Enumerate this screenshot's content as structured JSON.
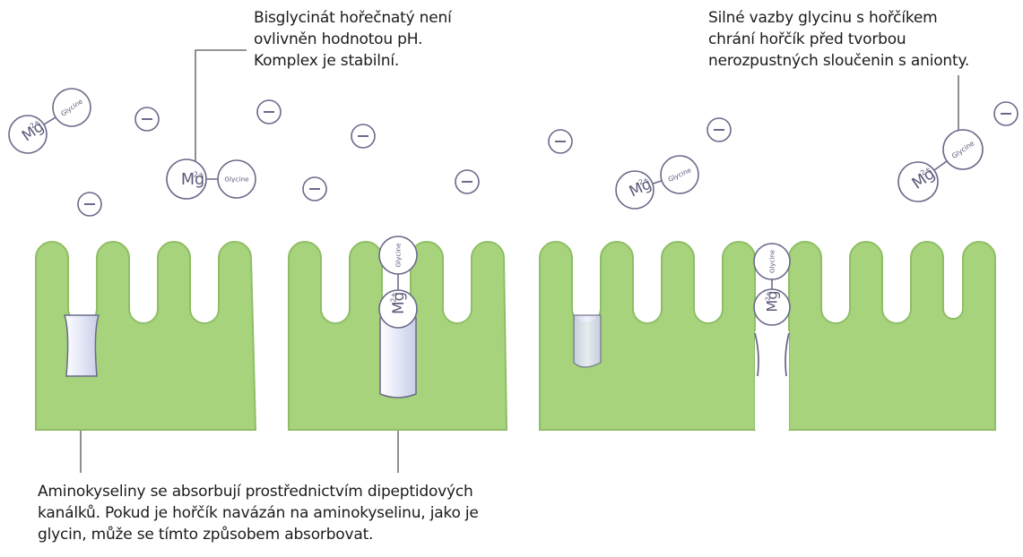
{
  "labels": {
    "magnesium": "Mg",
    "charge": "2+",
    "glycine": "Glycine",
    "anion": "−"
  },
  "captions": {
    "top_middle": [
      "Bisglycinát hořečnatý není",
      "ovlivněn hodnotou pH.",
      "Komplex je stabilní."
    ],
    "top_right": [
      "Silné vazby glycinu s hořčíkem",
      "chrání hořčík před tvorbou",
      "nerozpustných sloučenin s anionty."
    ],
    "bottom": [
      "Aminokyseliny se absorbují prostřednictvím dipeptidových",
      "kanálků. Pokud je hořčík navázán na aminokyselinu, jako je",
      "glycin, může se tímto způsobem absorbovat."
    ]
  },
  "colors": {
    "tissue_fill": "#a6d37c",
    "tissue_stroke": "#8fbe66",
    "channel_fill": "#eef0fb",
    "outline": "#6a6a8a",
    "leader_line": "#555555",
    "text": "#1b1b1b"
  }
}
